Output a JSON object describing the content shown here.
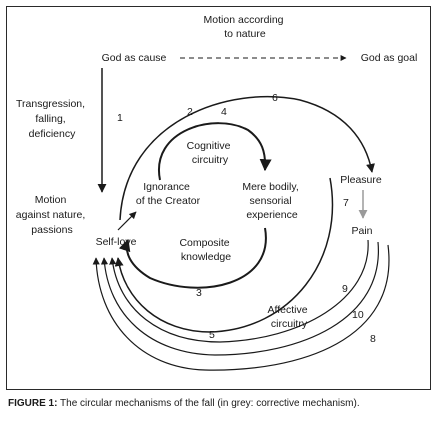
{
  "nodes": {
    "motion_nature": [
      "Motion according",
      "to nature"
    ],
    "god_cause": "God as cause",
    "god_goal": "God as goal",
    "transgression": [
      "Transgression,",
      "falling,",
      "deficiency"
    ],
    "motion_against": [
      "Motion",
      "against nature,",
      "passions"
    ],
    "cognitive": [
      "Cognitive",
      "circuitry"
    ],
    "ignorance": [
      "Ignorance",
      "of the Creator"
    ],
    "bodily": [
      "Mere bodily,",
      "sensorial",
      "experience"
    ],
    "composite": [
      "Composite",
      "knowledge"
    ],
    "pleasure": "Pleasure",
    "pain": "Pain",
    "self_love": "Self-love",
    "affective": [
      "Affective",
      "circuitry"
    ]
  },
  "numbers": {
    "n1": "1",
    "n2": "2",
    "n3": "3",
    "n4": "4",
    "n5": "5",
    "n6": "6",
    "n7": "7",
    "n8": "8",
    "n9": "9",
    "n10": "10"
  },
  "caption": {
    "label": "FIGURE 1:",
    "text": " The circular mechanisms of the fall (in grey: corrective mechanism)."
  },
  "colors": {
    "line": "#1a1a1a",
    "corrective": "#9a9a9a"
  }
}
